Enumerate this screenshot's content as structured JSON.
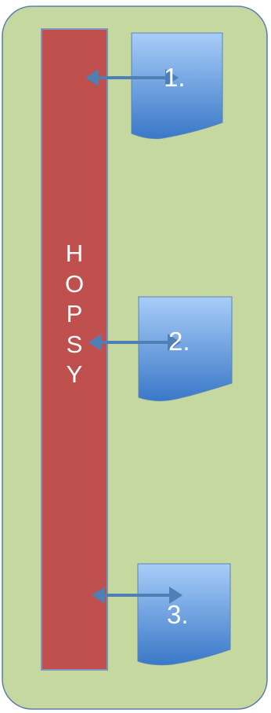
{
  "diagram": {
    "bar_letters": [
      "H",
      "O",
      "P",
      "S",
      "Y"
    ],
    "documents": [
      {
        "label": "1."
      },
      {
        "label": "2."
      },
      {
        "label": "3."
      }
    ],
    "colors": {
      "container_fill": "#c4d89f",
      "container_stroke": "#5f7fb0",
      "bar_fill": "#c0504d",
      "bar_stroke": "#7e93bb",
      "document_top": "#a8cdf8",
      "document_bottom": "#3a78c8",
      "arrow": "#4f7fb5"
    },
    "icons": {
      "document": "document-shape-icon",
      "connector": "double-arrow-icon"
    }
  }
}
